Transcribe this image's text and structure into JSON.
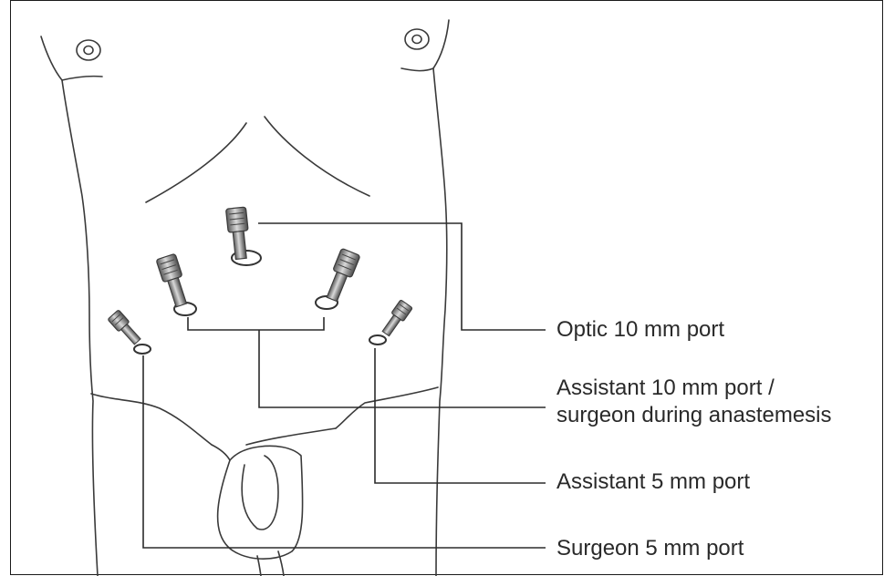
{
  "labels": {
    "optic": "Optic 10 mm port",
    "assistant10_line1": "Assistant 10 mm port /",
    "assistant10_line2": "surgeon during anastemesis",
    "assistant5": "Assistant 5 mm port",
    "surgeon5": "Surgeon 5 mm port"
  },
  "colors": {
    "line": "#2b2b2b",
    "port_dark": "#555555",
    "port_light": "#d8d8d8"
  }
}
